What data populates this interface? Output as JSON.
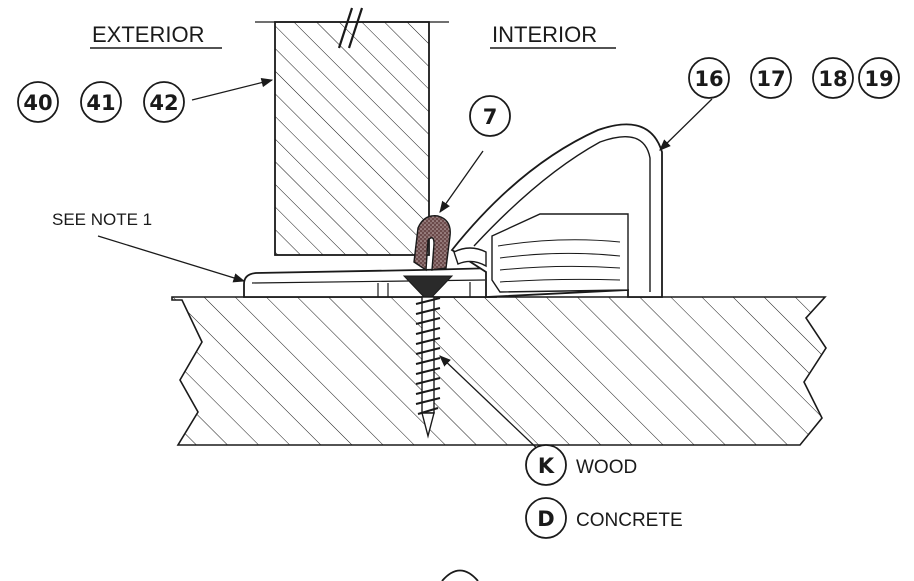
{
  "labels": {
    "exterior": "EXTERIOR",
    "interior": "INTERIOR",
    "see_note": "SEE NOTE 1",
    "wood": "WOOD",
    "concrete": "CONCRETE"
  },
  "callouts": {
    "door": [
      "40",
      "41",
      "42"
    ],
    "seal": "7",
    "sweep": [
      "16",
      "17",
      "18",
      "19"
    ],
    "fastener_wood": "K",
    "fastener_concrete": "D"
  },
  "colors": {
    "line": "#1a1a1a",
    "background": "#ffffff",
    "seal_fill": "#6b4a4a"
  }
}
